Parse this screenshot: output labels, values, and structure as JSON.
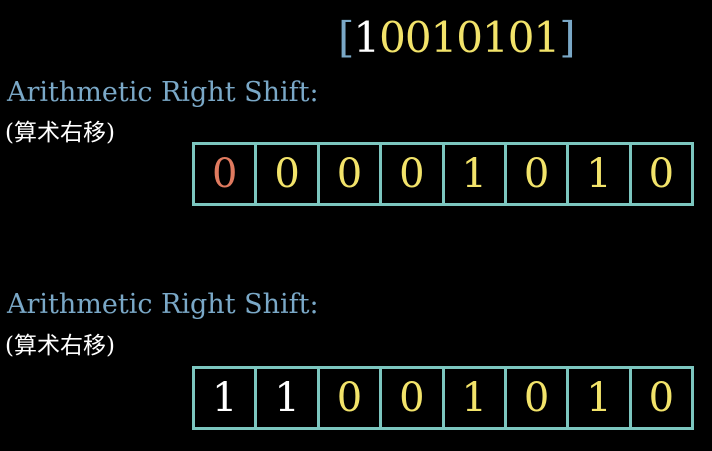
{
  "header": {
    "binary_open": "[",
    "binary_lead": "1",
    "binary_rest": "0010101",
    "binary_close": "]"
  },
  "sections": [
    {
      "title": "Arithmetic Right Shift:",
      "subtitle": "(算术右移)",
      "bits": [
        {
          "value": "0",
          "color": "#e07a5f"
        },
        {
          "value": "0",
          "color": "#f2e36a"
        },
        {
          "value": "0",
          "color": "#f2e36a"
        },
        {
          "value": "0",
          "color": "#f2e36a"
        },
        {
          "value": "1",
          "color": "#f2e36a"
        },
        {
          "value": "0",
          "color": "#f2e36a"
        },
        {
          "value": "1",
          "color": "#f2e36a"
        },
        {
          "value": "0",
          "color": "#f2e36a"
        }
      ]
    },
    {
      "title": "Arithmetic Right Shift:",
      "subtitle": "(算术右移)",
      "bits": [
        {
          "value": "1",
          "color": "#ffffff"
        },
        {
          "value": "1",
          "color": "#ffffff"
        },
        {
          "value": "0",
          "color": "#f2e36a"
        },
        {
          "value": "0",
          "color": "#f2e36a"
        },
        {
          "value": "1",
          "color": "#f2e36a"
        },
        {
          "value": "0",
          "color": "#f2e36a"
        },
        {
          "value": "1",
          "color": "#f2e36a"
        },
        {
          "value": "0",
          "color": "#f2e36a"
        }
      ]
    }
  ],
  "colors": {
    "background": "#000000",
    "label": "#7aa8c7",
    "cell_border": "#7cc6bf",
    "bit_white": "#ffffff",
    "bit_yellow": "#f2e36a",
    "bit_orange": "#e07a5f"
  }
}
